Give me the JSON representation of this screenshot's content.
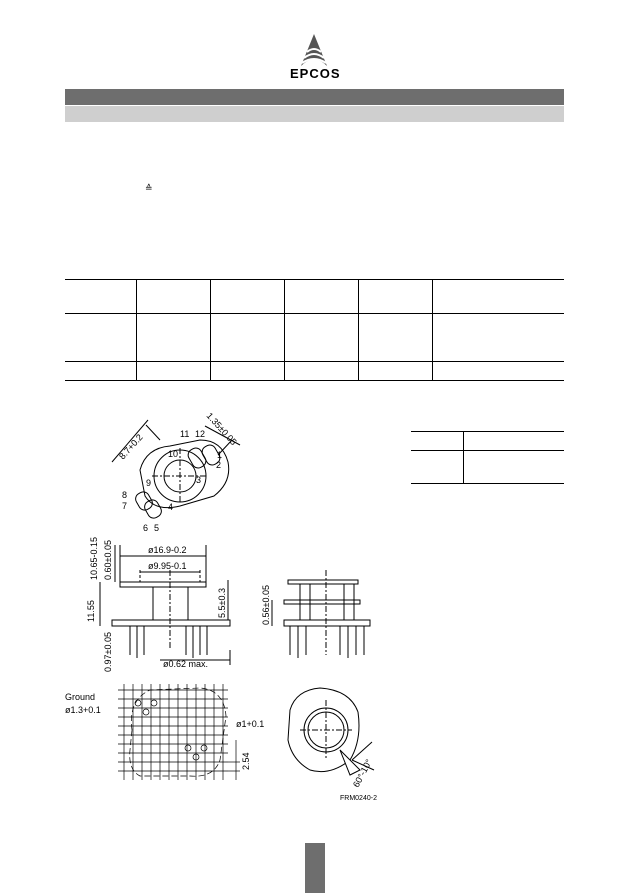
{
  "header": {
    "brand": "EPCOS",
    "symbol": "≙"
  },
  "drawing": {
    "top_dims": {
      "d1": "8.7+0.2",
      "d2": "1.35±0.05"
    },
    "pins": [
      "11",
      "12",
      "10",
      "1",
      "2",
      "3",
      "9",
      "8",
      "7",
      "4",
      "6",
      "5"
    ],
    "side_dims": {
      "h_total": "10.65-0.15",
      "h_flange": "0.60±0.05",
      "h_body": "11.55",
      "h_base": "0.97±0.05",
      "d_outer": "ø16.9-0.2",
      "d_inner": "ø9.95-0.1",
      "h_pin": "5.5±0.3",
      "pin_d": "ø0.62 max."
    },
    "side2_dims": {
      "h": "0.56±0.05"
    },
    "pcb_dims": {
      "ground": "Ground",
      "ground_d": "ø1.3+0.1",
      "hole_d": "ø1+0.1",
      "pitch": "2.54"
    },
    "angle": "60°-10°",
    "code": "FRM0240-2"
  },
  "colors": {
    "bar_dark": "#6e6e6e",
    "bar_light": "#cfcfcf"
  }
}
